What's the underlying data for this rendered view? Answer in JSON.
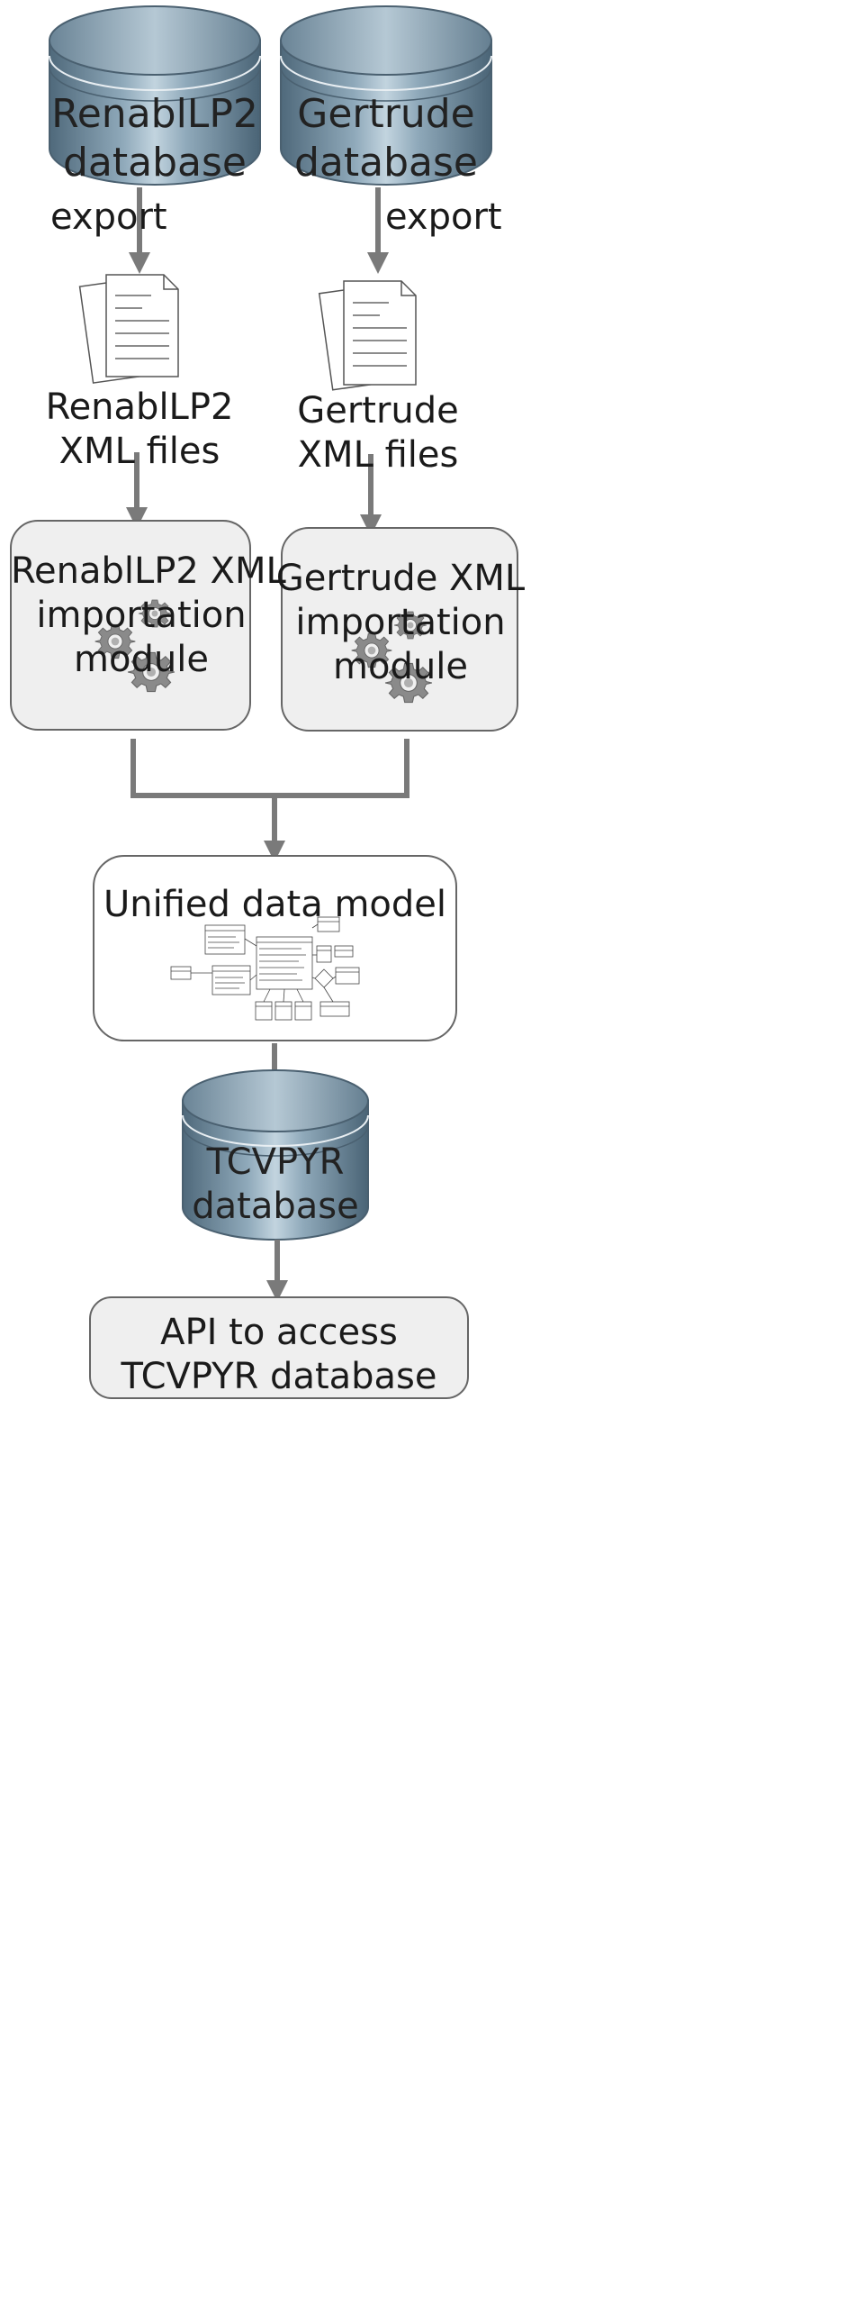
{
  "nodes": {
    "renabl_db": {
      "line1": "RenablLP2",
      "line2": "database",
      "icon": "database-cylinder"
    },
    "gertrude_db": {
      "line1": "Gertrude",
      "line2": "database",
      "icon": "database-cylinder"
    },
    "renabl_files": {
      "line1": "RenablLP2",
      "line2": "XML files",
      "icon": "document-stack-icon"
    },
    "gertrude_files": {
      "line1": "Gertrude",
      "line2": "XML files",
      "icon": "document-stack-icon"
    },
    "renabl_module": {
      "line1": "RenablLP2 XML",
      "line2": "importation",
      "line3": "module",
      "icon": "gears-icon"
    },
    "gertrude_module": {
      "line1": "Gertrude XML",
      "line2": "importation",
      "line3": "module",
      "icon": "gears-icon"
    },
    "unified": {
      "title": "Unified data model",
      "icon": "uml-class-diagram-icon"
    },
    "tcvpyr_db": {
      "line1": "TCVPYR",
      "line2": "database",
      "icon": "database-cylinder"
    },
    "api": {
      "line1": "API to access",
      "line2": "TCVPYR database"
    }
  },
  "edges": {
    "renabl_export": "export",
    "gertrude_export": "export"
  },
  "colors": {
    "cylinder_dark": "#5f7a8c",
    "cylinder_light": "#bccfdb",
    "arrow": "#7a7a7a",
    "box_fill": "#efefef",
    "box_stroke": "#666666",
    "gear": "#8a8a8a"
  }
}
